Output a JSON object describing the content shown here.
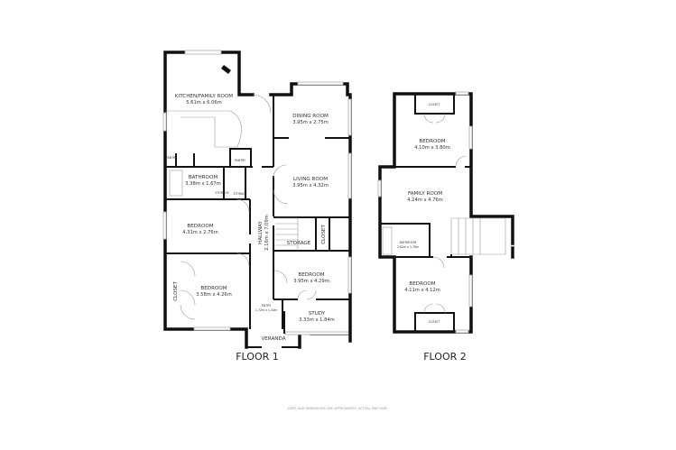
{
  "floor1": {
    "title": "FLOOR 1",
    "rooms": {
      "kitchen": {
        "name": "KITCHEN/FAMILY ROOM",
        "size": "5.61m x 6.06m"
      },
      "dining": {
        "name": "DINING ROOM",
        "size": "3.95m x 2.75m"
      },
      "living": {
        "name": "LIVING ROOM",
        "size": "3.95m x 4.32m"
      },
      "bathroom": {
        "name": "BATHROOM",
        "size": "3.38m x 1.67m"
      },
      "bedroom1": {
        "name": "BEDROOM",
        "size": "4.31m x 2.76m"
      },
      "bedroom2": {
        "name": "BEDROOM",
        "size": "3.58m x 4.26m"
      },
      "bedroom3": {
        "name": "BEDROOM",
        "size": "3.95m x 4.29m"
      },
      "hallway": {
        "name": "HALLWAY",
        "size": "2.16m x 7.09m"
      },
      "entry": {
        "name": "ENTRY",
        "size": "1.72m x 1.44m"
      },
      "study": {
        "name": "STUDY",
        "size": "3.33m x 1.84m"
      },
      "veranda": {
        "name": "VERANDA"
      },
      "storage": {
        "name": "STORAGE"
      },
      "closet_a": {
        "name": "CLOSET"
      },
      "closet_b": {
        "name": "CLOSET"
      },
      "pantry_a": {
        "name": "PANTRY"
      },
      "pantry_b": {
        "name": "PANTRY"
      },
      "storage_a": {
        "name": "STORAGE"
      },
      "storage_b": {
        "name": "STORAGE"
      }
    }
  },
  "floor2": {
    "title": "FLOOR 2",
    "rooms": {
      "bedroom_top": {
        "name": "BEDROOM",
        "size": "4.10m x 3.80m"
      },
      "family": {
        "name": "FAMILY ROOM",
        "size": "4.24m x 4.76m"
      },
      "bathroom": {
        "name": "BATHROOM",
        "size": "2.62m x 1.78m"
      },
      "bedroom_bottom": {
        "name": "BEDROOM",
        "size": "4.11m x 4.12m"
      },
      "closet_top": {
        "name": "CLOSET"
      },
      "closet_bottom": {
        "name": "CLOSET"
      }
    }
  },
  "disclaimer": "SIZES AND DIMENSIONS ARE APPROXIMATE, ACTUAL MAY VARY."
}
